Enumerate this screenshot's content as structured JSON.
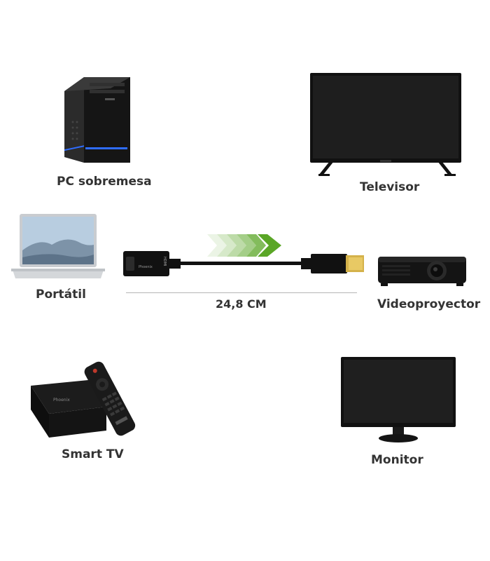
{
  "devices": {
    "pc": "PC sobremesa",
    "tv": "Televisor",
    "laptop": "Portátil",
    "projector": "Videoproyector",
    "smart_tv": "Smart TV",
    "monitor": "Monitor"
  },
  "cable": {
    "length": "24,8 CM",
    "port_label": "HDMI",
    "brand": "Phoenix"
  },
  "colors": {
    "arrow": "#5aa626",
    "device": "#1a1a1a",
    "label": "#333333"
  }
}
